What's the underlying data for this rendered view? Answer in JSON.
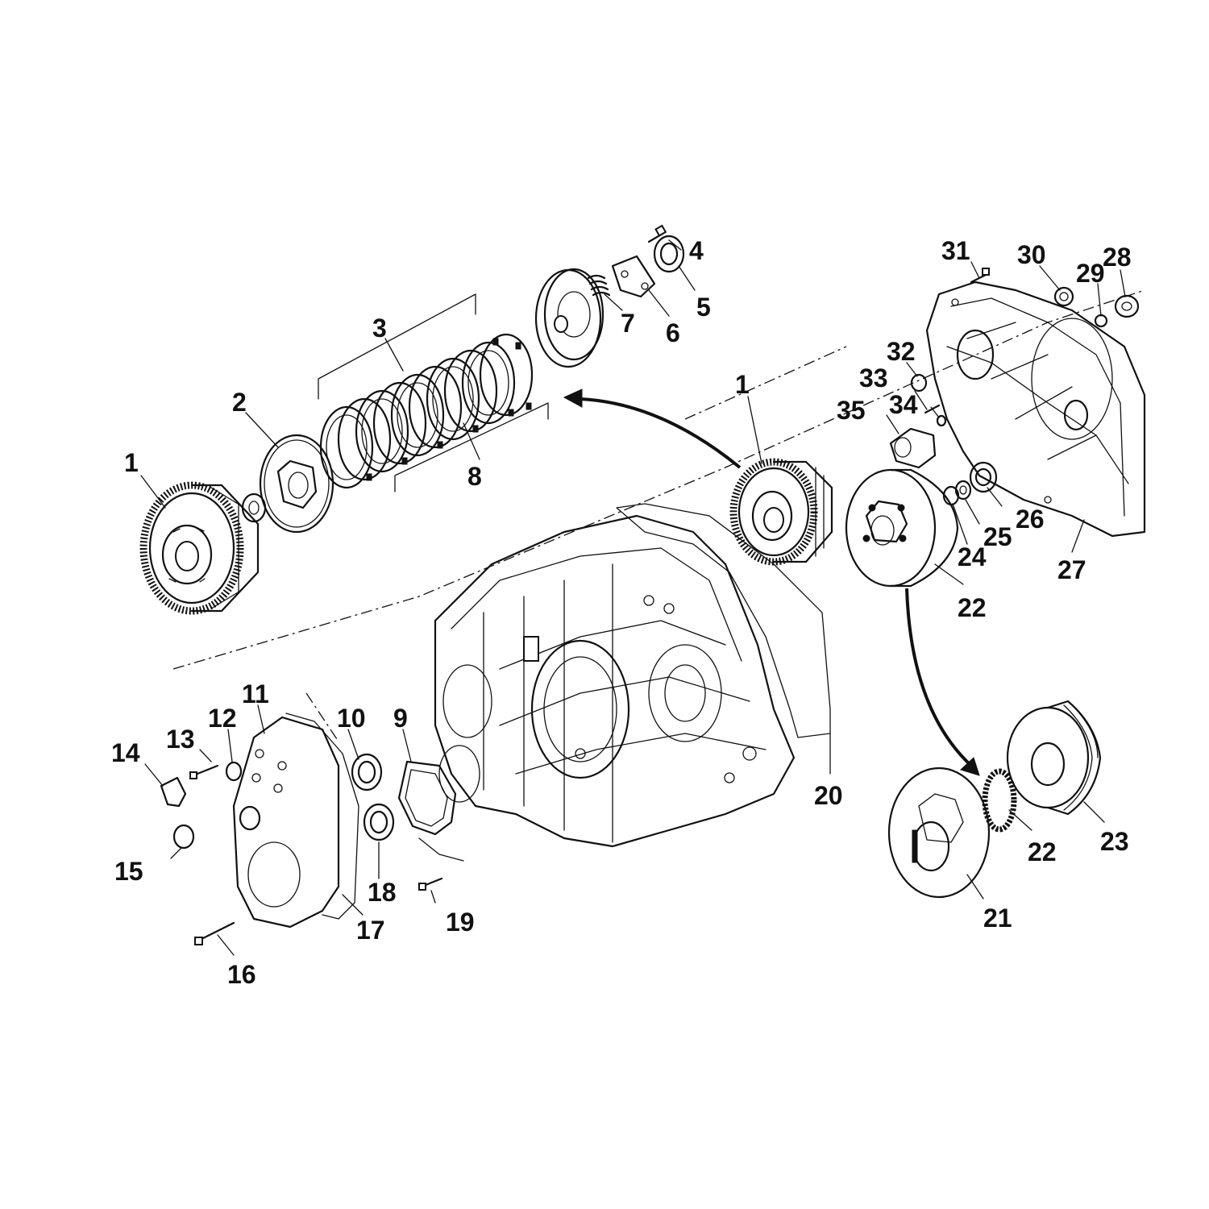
{
  "callouts": [
    {
      "id": "c1a",
      "text": "1"
    },
    {
      "id": "c2",
      "text": "2"
    },
    {
      "id": "c3",
      "text": "3"
    },
    {
      "id": "c4",
      "text": "4"
    },
    {
      "id": "c5",
      "text": "5"
    },
    {
      "id": "c6",
      "text": "6"
    },
    {
      "id": "c7",
      "text": "7"
    },
    {
      "id": "c8",
      "text": "8"
    },
    {
      "id": "c1b",
      "text": "1"
    },
    {
      "id": "c9",
      "text": "9"
    },
    {
      "id": "c10",
      "text": "10"
    },
    {
      "id": "c11",
      "text": "11"
    },
    {
      "id": "c12",
      "text": "12"
    },
    {
      "id": "c13",
      "text": "13"
    },
    {
      "id": "c14",
      "text": "14"
    },
    {
      "id": "c15",
      "text": "15"
    },
    {
      "id": "c16",
      "text": "16"
    },
    {
      "id": "c17",
      "text": "17"
    },
    {
      "id": "c18",
      "text": "18"
    },
    {
      "id": "c19",
      "text": "19"
    },
    {
      "id": "c20",
      "text": "20"
    },
    {
      "id": "c21",
      "text": "21"
    },
    {
      "id": "c22a",
      "text": "22"
    },
    {
      "id": "c22b",
      "text": "22"
    },
    {
      "id": "c23",
      "text": "23"
    },
    {
      "id": "c24",
      "text": "24"
    },
    {
      "id": "c25",
      "text": "25"
    },
    {
      "id": "c26",
      "text": "26"
    },
    {
      "id": "c27",
      "text": "27"
    },
    {
      "id": "c28",
      "text": "28"
    },
    {
      "id": "c29",
      "text": "29"
    },
    {
      "id": "c30",
      "text": "30"
    },
    {
      "id": "c31",
      "text": "31"
    },
    {
      "id": "c32",
      "text": "32"
    },
    {
      "id": "c33",
      "text": "33"
    },
    {
      "id": "c34",
      "text": "34"
    },
    {
      "id": "c35",
      "text": "35"
    }
  ]
}
